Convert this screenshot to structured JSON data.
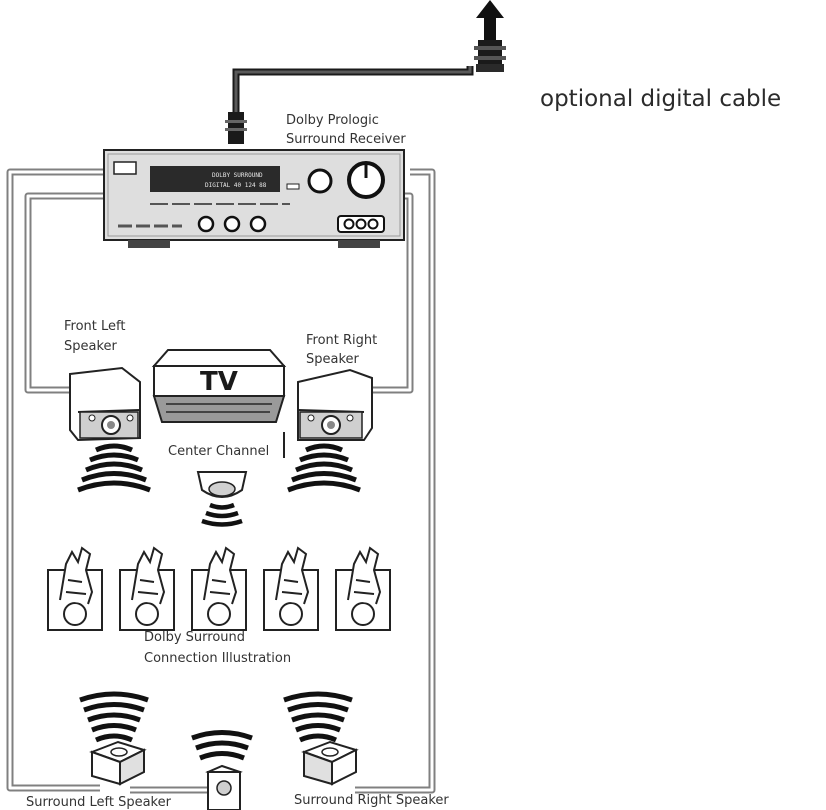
{
  "labels": {
    "optional_cable": "optional digital cable",
    "receiver_line1": "Dolby Prologic",
    "receiver_line2": "Surround Receiver",
    "front_left_line1": "Front Left",
    "front_left_line2": "Speaker",
    "front_right_line1": "Front Right",
    "front_right_line2": "Speaker",
    "tv": "TV",
    "center_channel": "Center Channel",
    "illustration_line1": "Dolby Surround",
    "illustration_line2": "Connection Illustration",
    "surround_left": "Surround Left Speaker",
    "surround_right": "Surround Right Speaker"
  },
  "receiver_display": {
    "line1": "DOLBY SURROUND",
    "line2": "DIGITAL 40 124 88"
  },
  "colors": {
    "line": "#1f1f1f",
    "wire": "#8a8a8a",
    "receiver_face": "#d9d9d9",
    "display": "#2a2a2a"
  },
  "icons": [
    "up-arrow-icon",
    "cable-connector-icon",
    "receiver-icon",
    "speaker-icon",
    "tv-icon",
    "sound-wave-icon",
    "listener-seat-icon"
  ]
}
